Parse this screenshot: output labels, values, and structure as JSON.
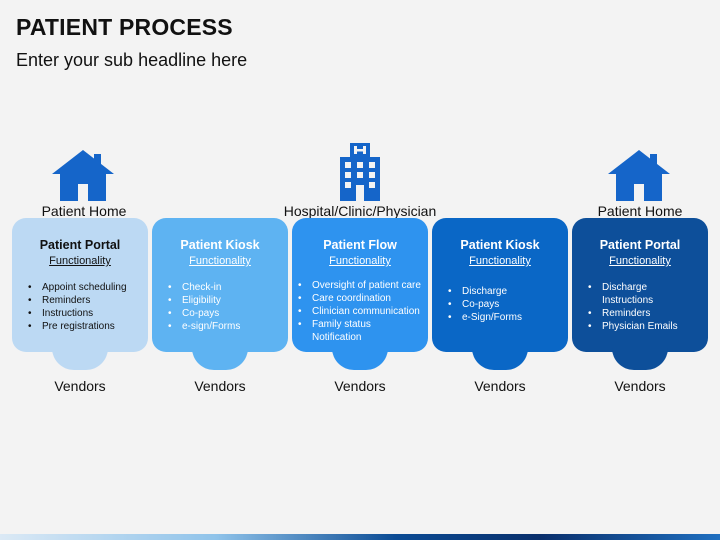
{
  "title": "PATIENT PROCESS",
  "subtitle": "Enter your sub headline here",
  "colors": {
    "card1": "#bcd9f3",
    "card2": "#5eb3f2",
    "card3": "#2e93ef",
    "card4": "#0a67c6",
    "card5": "#0d4f9a",
    "icon": "#1565c9"
  },
  "locations": {
    "left": "Patient Home",
    "center": "Hospital/Clinic/Physician",
    "right": "Patient Home"
  },
  "cards": [
    {
      "heading": "Patient Portal",
      "sub": "Functionality",
      "items": [
        "Appoint  scheduling",
        "Reminders",
        "Instructions",
        "Pre registrations"
      ],
      "vendor": "Vendors"
    },
    {
      "heading": "Patient Kiosk",
      "sub": "Functionality",
      "items": [
        "Check-in",
        "Eligibility",
        "Co-pays",
        "e-sign/Forms"
      ],
      "vendor": "Vendors"
    },
    {
      "heading": "Patient Flow",
      "sub": "Functionality",
      "items": [
        "Oversight of patient care",
        "Care coordination",
        "Clinician communication",
        "Family status",
        "Notification"
      ],
      "vendor": "Vendors"
    },
    {
      "heading": "Patient Kiosk",
      "sub": "Functionality",
      "items": [
        "Discharge",
        "Co-pays",
        "e-Sign/Forms"
      ],
      "vendor": "Vendors"
    },
    {
      "heading": "Patient Portal",
      "sub": "Functionality",
      "items": [
        "Discharge",
        "Instructions",
        "Reminders",
        "Physician Emails"
      ],
      "vendor": "Vendors"
    }
  ]
}
